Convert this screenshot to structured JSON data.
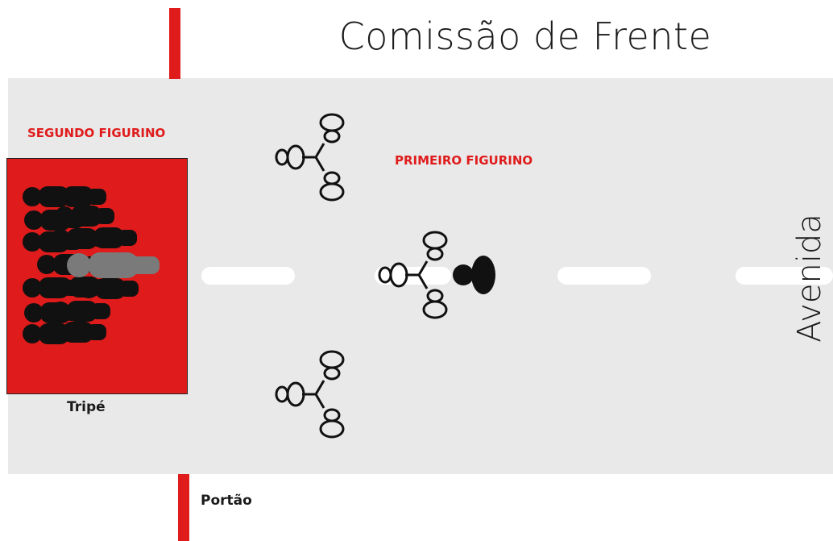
{
  "title": "Comissão de Frente",
  "labels": {
    "second_costume": "SEGUNDO FIGURINO",
    "first_costume": "PRIMEIRO FIGURINO",
    "tripod": "Tripé",
    "gate": "Portão",
    "avenue": "Avenida"
  },
  "colors": {
    "accent_red": "#e01b1b",
    "road": "#e9e9e9",
    "figure": "#111111",
    "figure_ghost": "#7a7a7a"
  },
  "icons": [
    "dancer-trio-icon",
    "dancer-silhouette-icon",
    "gate-post-icon"
  ]
}
